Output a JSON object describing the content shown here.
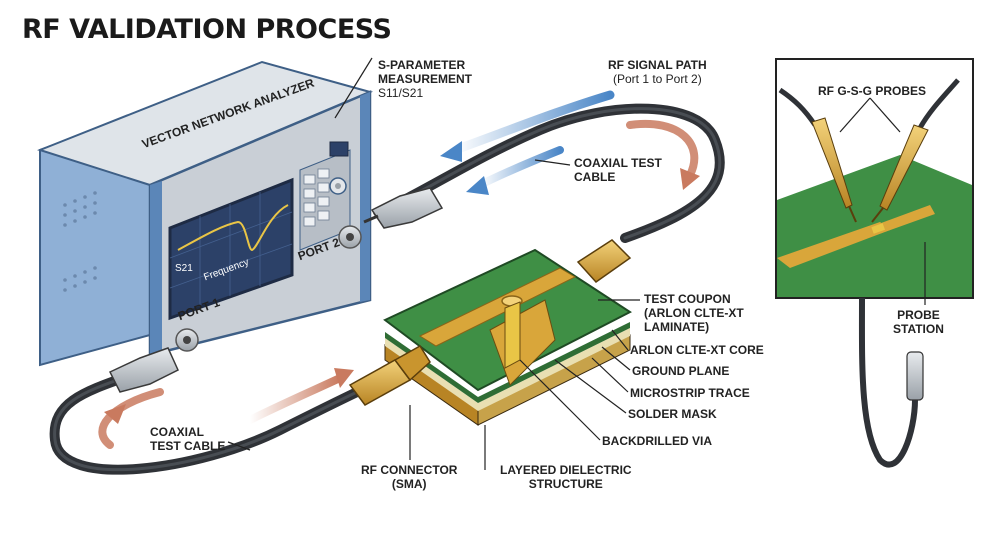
{
  "title": "RF VALIDATION PROCESS",
  "colors": {
    "analyzer_body": "#c9cfd6",
    "analyzer_frame": "#5b86b8",
    "screen_bg": "#2c4168",
    "trace": "#e9c546",
    "pcb_green": "#3f8f45",
    "copper": "#d9a63a",
    "cable": "#3c3f45",
    "arrow_blue": "#4a86c7",
    "arrow_red": "#c97a5f"
  },
  "analyzer": {
    "name": "VECTOR NETWORK ANALYZER",
    "screen_label_y": "S21",
    "screen_label_x": "Frequency",
    "port1": "PORT 1",
    "port2": "PORT 2"
  },
  "labels": {
    "s_parameter_title": [
      "S-PARAMETER",
      "MEASUREMENT"
    ],
    "s_parameter_value": "S11/S21",
    "signal_path_title": "RF SIGNAL PATH",
    "signal_path_sub": "(Port 1 to Port 2)",
    "coax_right": [
      "COAXIAL TEST",
      "CABLE"
    ],
    "coax_left": [
      "COAXIAL",
      "TEST CABLE"
    ],
    "test_coupon": [
      "TEST COUPON",
      "(ARLON CLTE-XT",
      "LAMINATE)"
    ],
    "core": "ARLON CLTE-XT CORE",
    "ground": "GROUND PLANE",
    "microstrip": "MICROSTRIP TRACE",
    "solder_mask": "SOLDER MASK",
    "backdrilled": "BACKDRILLED VIA",
    "rf_connector": [
      "RF CONNECTOR",
      "(SMA)"
    ],
    "dielectric": [
      "LAYERED DIELECTRIC",
      "STRUCTURE"
    ],
    "probes": "RF G-S-G PROBES",
    "probe_station": [
      "PROBE",
      "STATION"
    ]
  }
}
